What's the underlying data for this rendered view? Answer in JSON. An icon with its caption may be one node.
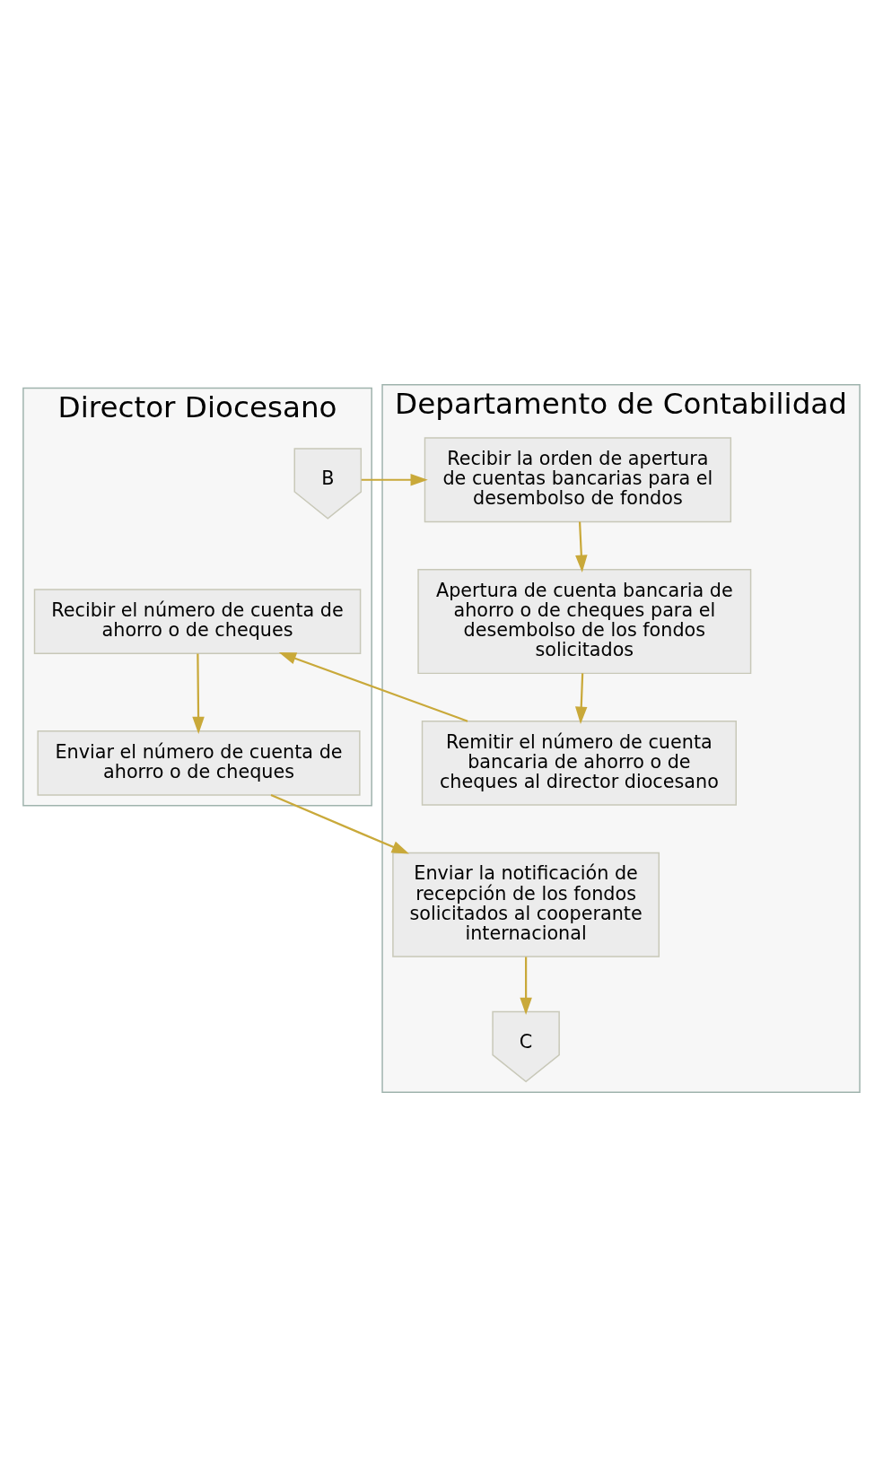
{
  "diagram": {
    "nodes": [
      {
        "text": [
          "Director Diocesano"
        ]
      },
      {
        "text": [
          "Departamento de Contabilidad"
        ]
      },
      {
        "text": [
          "B"
        ],
        "in": 0
      },
      {
        "text": [
          "Recibir la orden de apertura de cuentas bancarias para el desembolso de fondos"
        ],
        "in": 1
      },
      {
        "text": [
          "Recibir el número de cuenta de ahorro o de cheques"
        ],
        "in": 0
      },
      {
        "text": [
          "Apertura de cuenta bancaria de ahorro o de cheques para el desembolso de los fondos solicitados"
        ],
        "in": 1
      },
      {
        "text": [
          "Enviar el número de cuenta de ahorro o de cheques"
        ],
        "in": 0
      },
      {
        "text": [
          "Remitir el número de cuenta bancaria de ahorro o de cheques al director diocesano"
        ],
        "in": 1
      },
      {
        "text": [
          "Enviar la notificación de recepción de los fondos solicitados al cooperante internacional"
        ],
        "in": 1
      },
      {
        "text": [
          "C"
        ],
        "in": 1
      }
    ],
    "edges": [
      {
        "from": 2,
        "to": 3,
        "arrow": "to"
      },
      {
        "from": 3,
        "to": 5,
        "arrow": "to"
      },
      {
        "from": 5,
        "to": 7,
        "arrow": "to"
      },
      {
        "from": 7,
        "to": 4,
        "arrow": "to"
      },
      {
        "from": 4,
        "to": 6,
        "arrow": "to"
      },
      {
        "from": 6,
        "to": 8,
        "arrow": "to"
      },
      {
        "from": 8,
        "to": 9,
        "arrow": "to"
      }
    ]
  }
}
